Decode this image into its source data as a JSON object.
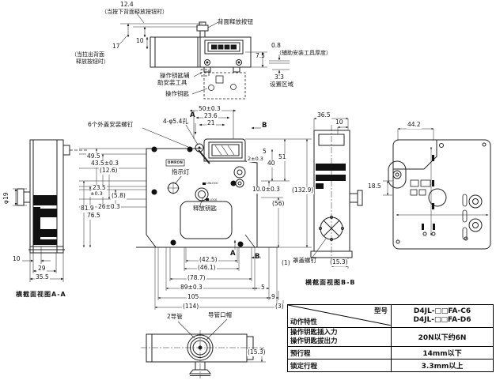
{
  "drawing": {
    "top_view": {
      "dim_12_4": "12.4",
      "note_press": "（当按下背面释放按钮时）",
      "label_rear_release_button": "背面释放按钮",
      "dim_17": "17",
      "note_pull_line1": "（当拉出背面",
      "note_pull_line2": "释放按钮时）",
      "dim_10": "10",
      "dim_7_5": "7.5",
      "dim_0_8": "0.8",
      "note_tool_thickness": "（辅助安装工具厚度）",
      "dim_3_3": "3.3",
      "label_setting_area": "设置区域",
      "label_key_tool_line1": "操作钥匙辅",
      "label_key_tool_line2": "助安装工具",
      "label_operation_key": "操作钥匙"
    },
    "section_aa": {
      "dim_phi19": "φ19",
      "dim_10": "10",
      "dim_29": "29",
      "dim_35_5": "35.5",
      "caption": "横截面视图A-A"
    },
    "front_view": {
      "label_cover_screws": "6个外盖安装螺钉",
      "label_holes": "4-φ5.4孔",
      "dim_50": "50±0.3",
      "dim_23_6": "23.6",
      "dim_21": "21",
      "mark_a": "A",
      "mark_b": "B",
      "dim_49_5": "49.5",
      "dim_43_5": "43.5±0.3",
      "dim_12_6": "(12.6)",
      "label_indicator": "指示灯",
      "logo": "OMRON",
      "dim_23_5": "23.5",
      "dim_23_5_tol": "±0.3",
      "dim_5_8": "(5.8)",
      "dim_26": "26±0.3",
      "dim_81_9": "81.9",
      "dim_76_5": "76.5",
      "label_release_key": "释放钥匙",
      "tiny_unlock": "UNLOCK",
      "tiny_lock": "LOCK",
      "dim_5": "5",
      "dim_2": "2±0.3",
      "dim_40": "40",
      "dim_51": "51",
      "dim_10_0": "10.0±0.3",
      "dim_132_9": "(132.9)",
      "dim_56": "(56)",
      "dim_42_5": "(42.5)",
      "dim_46_1": "(46.1)",
      "dim_78_7": "(78.7)",
      "dim_89": "89±0.3",
      "dim_105": "105",
      "dim_114": "(114)",
      "dim_5b": "5",
      "dim_9": "9",
      "dim_3": "(3)",
      "label_cover_screw_qty": "(1)",
      "label_cover_screw": "罩盖螺钉"
    },
    "bottom_view": {
      "label_conduits": "2导管",
      "label_conduit_cap": "导管口帽",
      "dim_15_3": "(15.3)"
    },
    "section_bb": {
      "dim_36_5": "36.5",
      "dim_10": "10",
      "dim_15_3": "(15.3)",
      "caption": "横截面视图B-B"
    },
    "rear_view": {
      "dim_44_2": "44.2",
      "dim_18_5": "18.5"
    }
  },
  "table": {
    "header_model": "型号",
    "header_characteristic": "动作特性",
    "models": [
      "D4JL-□□FA-C6",
      "D4JL-□□FA-D6"
    ],
    "rows": [
      {
        "label_line1": "操作钥匙插入力",
        "label_line2": "操作钥匙拔出力",
        "value": "20N以下约6N"
      },
      {
        "label_line1": "预行程",
        "value": "14mm以下"
      },
      {
        "label_line1": "锁定行程",
        "value": "3.3mm以上"
      }
    ]
  }
}
